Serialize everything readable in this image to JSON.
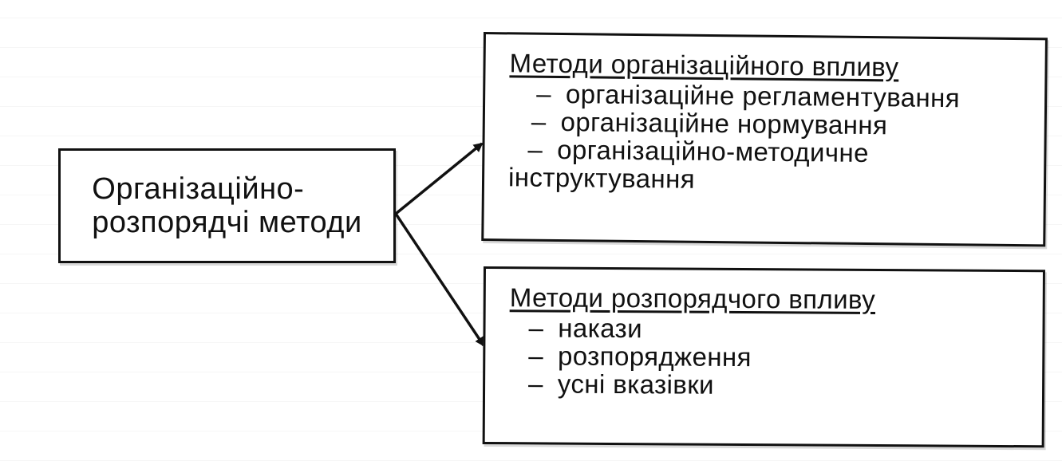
{
  "source": {
    "line1": "Організаційно-",
    "line2": "розпорядчі методи"
  },
  "box_org": {
    "title": "Методи організаційного впливу",
    "dash": "–",
    "items": [
      "організаційне регламентування",
      "організаційне нормування",
      "організаційно-методичне"
    ],
    "item_continuation": "інструктування"
  },
  "box_disp": {
    "title": "Методи розпорядчого впливу",
    "dash": "–",
    "items": [
      "накази",
      "розпорядження",
      "усні вказівки"
    ]
  },
  "colors": {
    "ink": "#111111",
    "background": "#ffffff"
  }
}
